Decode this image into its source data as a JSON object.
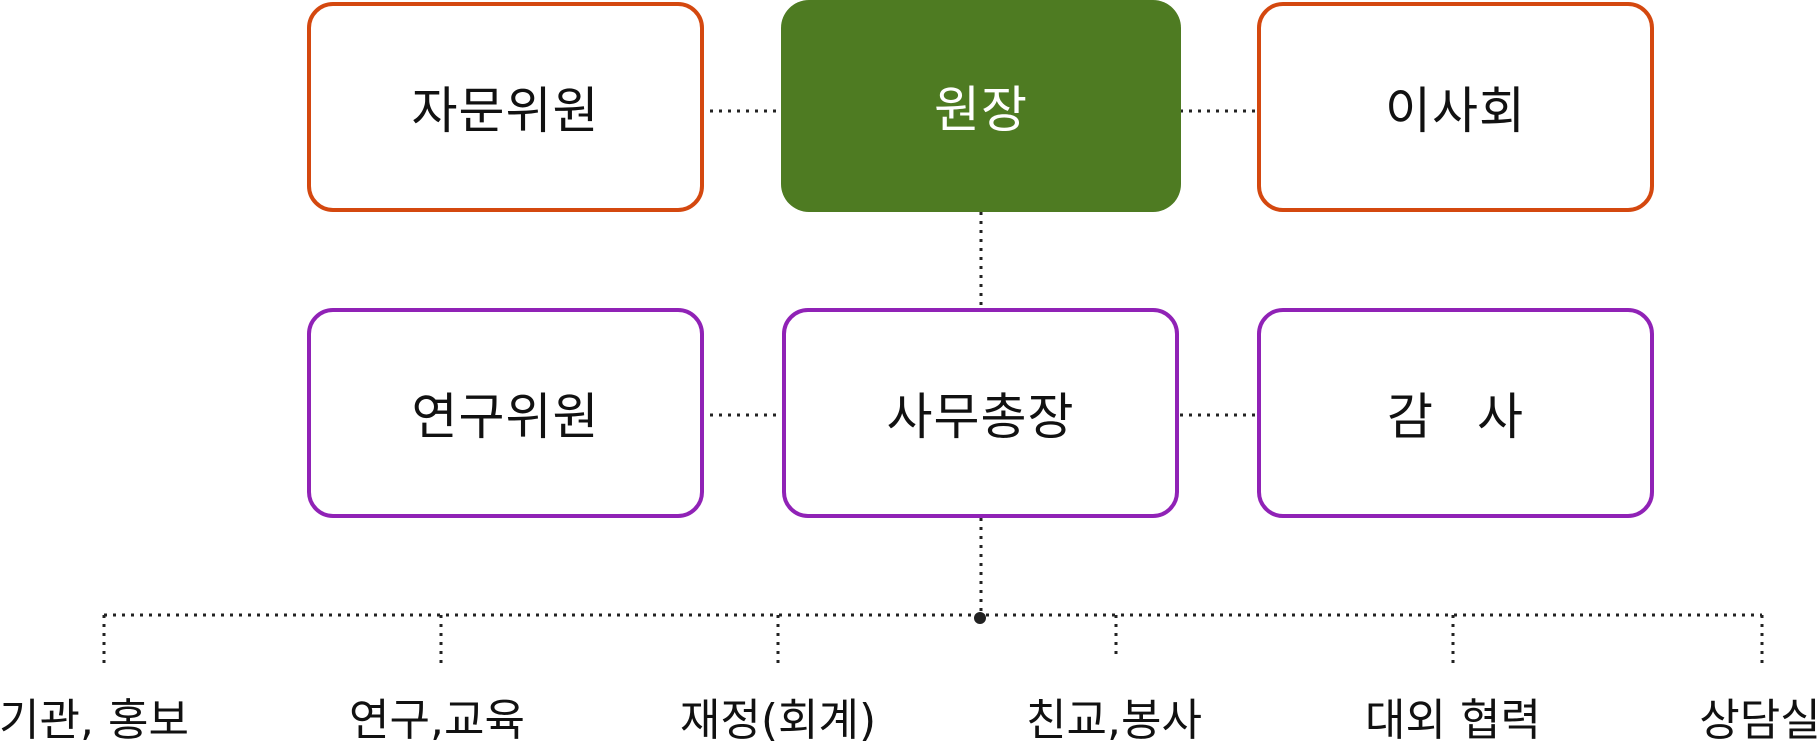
{
  "chart": {
    "top_row": {
      "left": "자문위원",
      "center": "원장",
      "right": "이사회"
    },
    "middle_row": {
      "left": "연구위원",
      "center": "사무총장",
      "right": "감 사"
    },
    "departments": [
      "기관, 홍보",
      "연구,교육",
      "재정(회계)",
      "친교,봉사",
      "대외 협력",
      "상담실"
    ]
  },
  "colors": {
    "director_fill": "#4e7b22",
    "advisory_border": "#d4480f",
    "staff_border": "#9022b6",
    "connector": "#222222"
  }
}
